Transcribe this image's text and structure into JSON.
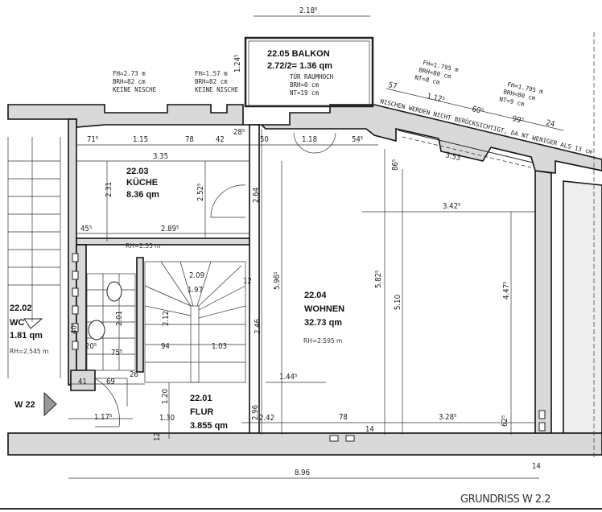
{
  "title": "GRUNDRISS W 2.2",
  "entrance_label": "W 22",
  "rooms": {
    "balkon": {
      "number_name": "22.05 BALKON",
      "area": "2.72/2= 1.36 qm",
      "notes": [
        "TÜR RAUMHOCH",
        "BRH=0 cm",
        "NT=19 cm"
      ]
    },
    "kueche": {
      "number": "22.03",
      "name": "KÜCHE",
      "area": "8.36 qm",
      "rh": "RH=2.55 m"
    },
    "wc": {
      "number": "22.02",
      "name": "WC",
      "area": "1.81 qm",
      "rh": "RH=2.545 m"
    },
    "wohnen": {
      "number": "22.04",
      "name": "WOHNEN",
      "area": "32.73 qm",
      "rh": "RH=2.595 m"
    },
    "flur": {
      "number": "22.01",
      "name": "FLUR",
      "area": "3.855 qm"
    }
  },
  "window_notes": [
    [
      "FH=2.73 m",
      "BRH=82 cm",
      "KEINE NISCHE"
    ],
    [
      "FH=1.57 m",
      "BRH=82 cm",
      "KEINE NISCHE"
    ],
    [
      "FH=1.795 m",
      "BRH=80 cm",
      "NT=8 cm"
    ],
    [
      "FH=1.795 m",
      "BRH=80 cm",
      "NT=9 cm"
    ]
  ],
  "niche_note": "NISCHEN WERDEN NICHT BERÜCKSICHTIGT, DA NT WENIGER ALS 13 cm",
  "dims": [
    "2.18⁵",
    "1.24⁵",
    "71⁵",
    "1.15",
    "78",
    "42",
    "28⁵",
    "50",
    "1.18",
    "54⁵",
    "3.35",
    "2.31",
    "2.52⁵",
    "2.64",
    "45⁵",
    "2.89⁵",
    "57",
    "1.12⁵",
    "60⁵",
    "99⁵",
    "24",
    "3.53",
    "86⁵",
    "3.42⁵",
    "2.09",
    "1.97",
    "12",
    "2.12",
    "2.01",
    "2.46",
    "5.96⁵",
    "5.82⁵",
    "5.10",
    "4.47⁵",
    "94",
    "1.03",
    "20⁵",
    "75⁵",
    "40⁵",
    "26",
    "1.44⁵",
    "41",
    "69",
    "1.20",
    "1.17⁵",
    "1.30",
    "2.96",
    "2.42",
    "78",
    "3.28⁵",
    "62⁵",
    "14",
    "8.96",
    "14",
    "12"
  ]
}
